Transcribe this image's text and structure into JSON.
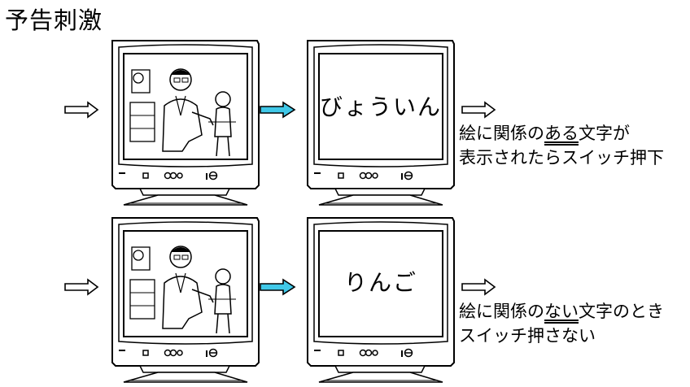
{
  "title": "予告刺激",
  "rows": [
    {
      "screen_word": "びょういん",
      "desc_line1_pre": "絵に関係の",
      "desc_line1_em": "ある",
      "desc_line1_post": "文字が",
      "desc_line2": "表示されたらスイッチ押下"
    },
    {
      "screen_word": "りんご",
      "desc_line1_pre": "絵に関係の",
      "desc_line1_em": "ない",
      "desc_line1_post": "文字のとき",
      "desc_line2": "スイッチ押さない"
    }
  ],
  "colors": {
    "highlight_arrow": "#40c8e8",
    "outline": "#000000"
  }
}
